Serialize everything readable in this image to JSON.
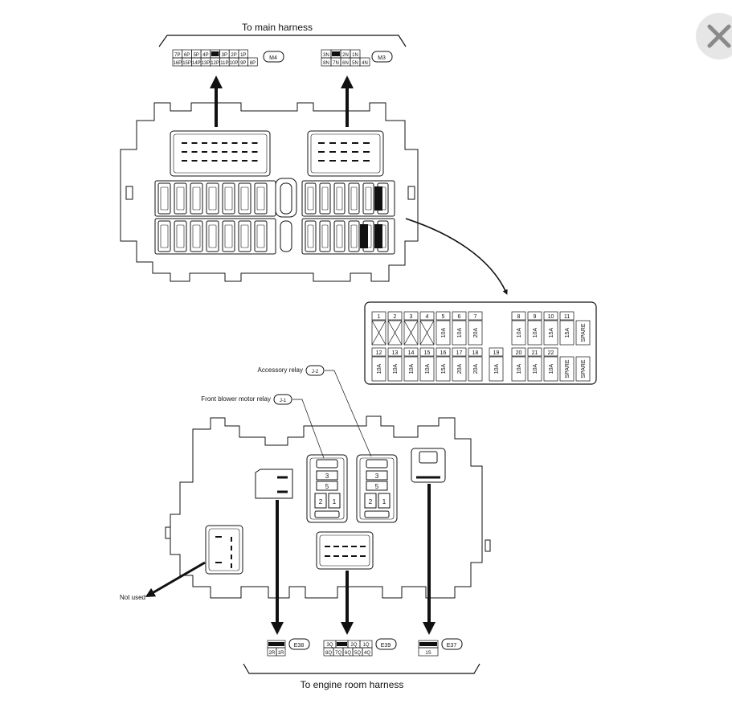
{
  "labels": {
    "top_harness": "To main harness",
    "bottom_harness": "To engine room harness",
    "accessory_relay": "Accessory relay",
    "accessory_relay_code": "J-2",
    "blower_relay": "Front blower motor relay",
    "blower_relay_code": "J-1",
    "not_used": "Not used",
    "relay_pins": [
      "3",
      "5",
      "2",
      "1"
    ]
  },
  "connectors": {
    "M4": {
      "code": "M4",
      "row1": [
        "7P",
        "6P",
        "5P",
        "4P",
        "",
        "3P",
        "2P",
        "1P"
      ],
      "row2": [
        "16P",
        "15P",
        "14P",
        "13P",
        "12P",
        "11P",
        "10P",
        "9P",
        "8P"
      ]
    },
    "M3": {
      "code": "M3",
      "row1": [
        "3N",
        "",
        "2N",
        "1N"
      ],
      "row2": [
        "8N",
        "7N",
        "6N",
        "5N",
        "4N"
      ]
    },
    "E38": {
      "code": "E38",
      "row1": [
        ""
      ],
      "row2": [
        "2R",
        "1R"
      ]
    },
    "E39": {
      "code": "E39",
      "row1": [
        "3Q",
        "",
        "2Q",
        "1Q"
      ],
      "row2": [
        "8Q",
        "7Q",
        "6Q",
        "5Q",
        "4Q"
      ]
    },
    "E37": {
      "code": "E37",
      "row1": [
        ""
      ],
      "row2": [
        "1S"
      ]
    }
  },
  "fuses": {
    "top": [
      {
        "num": "1",
        "rating": ""
      },
      {
        "num": "2",
        "rating": ""
      },
      {
        "num": "3",
        "rating": ""
      },
      {
        "num": "4",
        "rating": ""
      },
      {
        "num": "5",
        "rating": "10A"
      },
      {
        "num": "6",
        "rating": "10A"
      },
      {
        "num": "7",
        "rating": "20A"
      },
      {
        "num": "8",
        "rating": "10A"
      },
      {
        "num": "9",
        "rating": "10A"
      },
      {
        "num": "10",
        "rating": "15A"
      },
      {
        "num": "11",
        "rating": "15A"
      },
      {
        "num": "",
        "rating": "SPARE"
      }
    ],
    "bottom": [
      {
        "num": "12",
        "rating": "10A"
      },
      {
        "num": "13",
        "rating": "10A"
      },
      {
        "num": "14",
        "rating": "10A"
      },
      {
        "num": "15",
        "rating": "10A"
      },
      {
        "num": "16",
        "rating": "15A"
      },
      {
        "num": "17",
        "rating": "20A"
      },
      {
        "num": "18",
        "rating": "20A"
      },
      {
        "num": "19",
        "rating": "10A"
      },
      {
        "num": "20",
        "rating": "10A"
      },
      {
        "num": "21",
        "rating": "10A"
      },
      {
        "num": "22",
        "rating": "10A"
      },
      {
        "num": "",
        "rating": "SPARE"
      },
      {
        "num": "",
        "rating": "SPARE"
      }
    ]
  }
}
